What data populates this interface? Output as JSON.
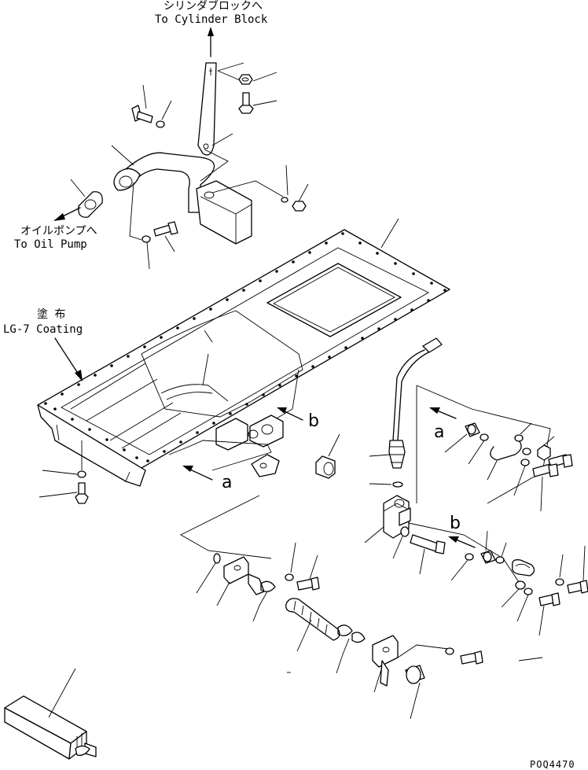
{
  "labels": {
    "cylinder_block_jp": "シリンダブロックへ",
    "cylinder_block_en": "To Cylinder Block",
    "oil_pump_jp": "オイルポンプへ",
    "oil_pump_en": "To Oil Pump",
    "coating_jp": "塗 布",
    "coating_en": "LG-7 Coating",
    "view_a": "a",
    "view_b": "b",
    "drawing_code": "POQ4470"
  }
}
